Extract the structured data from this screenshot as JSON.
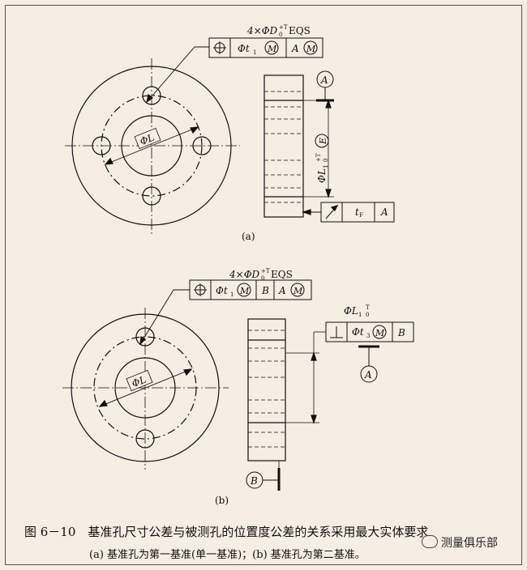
{
  "figure": {
    "label_a": "(a)",
    "label_b": "(b)",
    "caption": "图 6－10　基准孔尺寸公差与被测孔的位置度公差的关系采用最大实体要求",
    "subcaption": "(a) 基准孔为第一基准(单一基准)；(b) 基准孔为第二基准。",
    "watermark": "测量俱乐部"
  },
  "view_a": {
    "count_label": "4×ΦD",
    "tol_sup": "+T",
    "tol_sub": "0",
    "eqs": "EQS",
    "frame_tol": "Φt",
    "frame_tol_sub": "1",
    "modifier": "M",
    "datum": "A",
    "center_dim": "ΦL",
    "side_dim": "ΦL",
    "side_dim_sub": "1",
    "side_sup": "+T",
    "side_sub": "0",
    "envelope": "E",
    "datum_label": "A",
    "runout_tol": "t",
    "runout_sub": "F",
    "runout_datum": "A"
  },
  "view_b": {
    "count_label": "4×ΦD",
    "tol_sup": "+T",
    "tol_sub": "0",
    "eqs": "EQS",
    "frame_tol": "Φt",
    "frame_tol_sub": "1",
    "modifier": "M",
    "datum_b": "B",
    "datum_a": "A",
    "center_dim": "ΦL",
    "side_dim": "ΦL",
    "side_dim_sub": "1",
    "side_sup": "T",
    "side_sub": "0",
    "perp_tol": "Φt",
    "perp_sub": "3",
    "perp_datum": "B",
    "datum_label_a": "A",
    "datum_label_b": "B"
  }
}
